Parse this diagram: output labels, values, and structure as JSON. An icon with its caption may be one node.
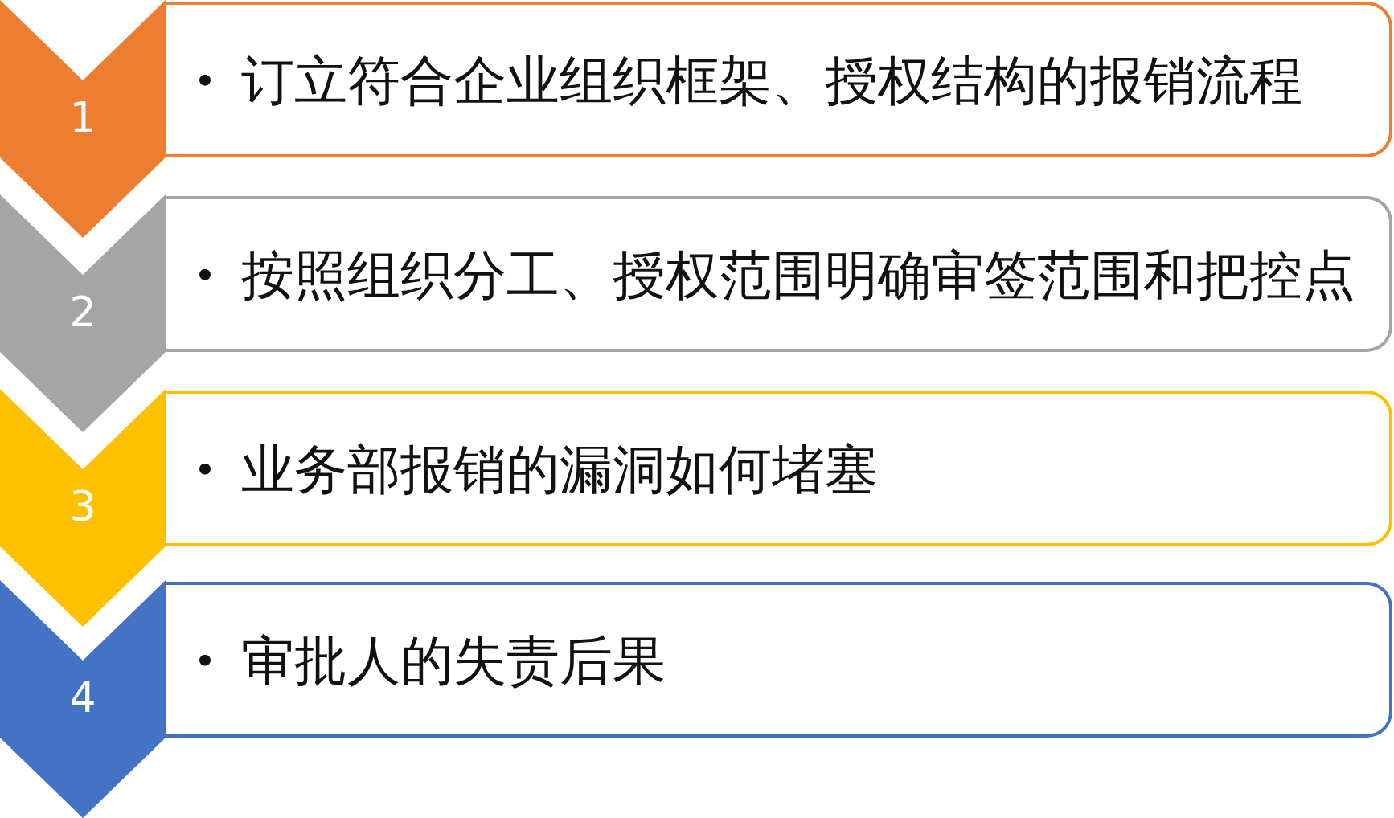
{
  "diagram": {
    "nodes": [
      {
        "text": [
          "1"
        ]
      },
      {
        "text": [
          "订立符合企业组织框架、授权结构的报销流程"
        ]
      },
      {
        "text": [
          "2"
        ]
      },
      {
        "text": [
          "按照组织分工、授权范围明确审签范围和把控点"
        ]
      },
      {
        "text": [
          "3"
        ]
      },
      {
        "text": [
          "业务部报销的漏洞如何堵塞"
        ]
      },
      {
        "text": [
          "4"
        ]
      },
      {
        "text": [
          "审批人的失责后果"
        ]
      }
    ]
  }
}
